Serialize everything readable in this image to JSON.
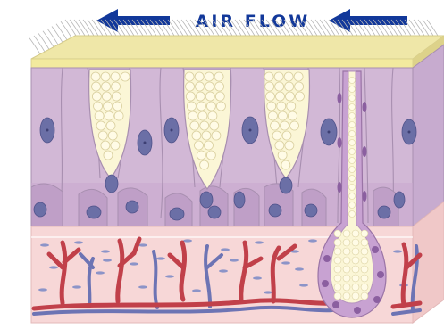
{
  "header": {
    "label": "AIR FLOW",
    "arrow_direction": "left",
    "arrow_count": 2
  },
  "colors": {
    "arrow": "#12389a",
    "label": "#12389a",
    "mucus_layer": "#efe7a8",
    "cilia": "#b9b9b9",
    "columnar_cell": "#d2b8d6",
    "cell_outline": "#a88fb0",
    "nucleus": "#6b6fa6",
    "goblet_mucin": "#fbf6d6",
    "basal_cell": "#b694bd",
    "lamina_propria": "#f7d7d7",
    "artery": "#c1404a",
    "vein": "#6d74b4",
    "gland": "#c8a2d2"
  },
  "tissue": {
    "goblet_cell_count": 3,
    "columnar_cell_count": 8,
    "basal_cell_count": 9
  }
}
